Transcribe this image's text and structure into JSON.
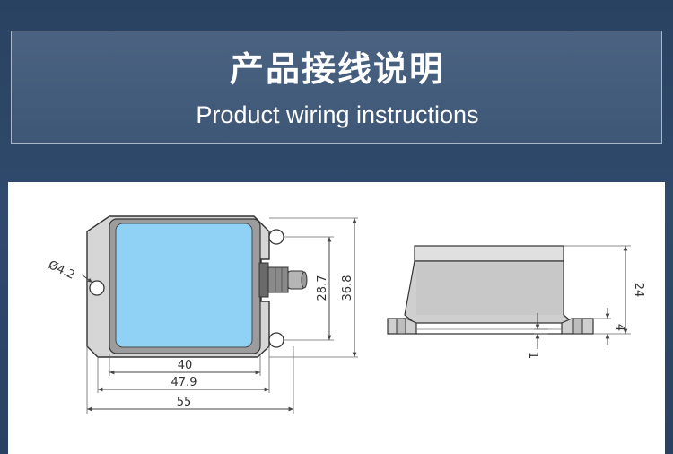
{
  "header": {
    "title_cn": "产品接线说明",
    "title_en": "Product wiring instructions"
  },
  "drawing": {
    "hole_diameter": "Ø4.2",
    "dims": {
      "inner_width": "40",
      "mid_width": "47.9",
      "overall_width": "55",
      "inner_height": "28.7",
      "overall_height": "36.8",
      "side_height": "24",
      "flange_height": "4",
      "base_offset": "1"
    },
    "colors": {
      "lid": "#8fd2f5",
      "body": "#c9c9c9",
      "panel_bg": "#2c4565"
    }
  }
}
